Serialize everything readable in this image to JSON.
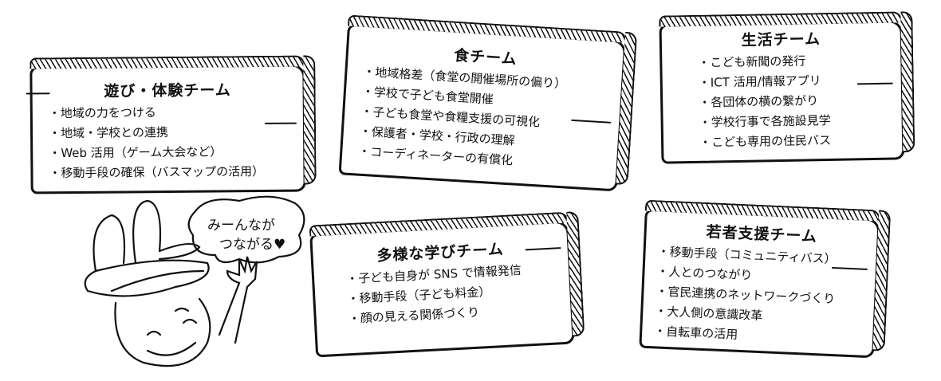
{
  "boards": [
    {
      "title": "遊び・体験チーム",
      "items": [
        "地域の力をつける",
        "地域・学校との連携",
        "Web 活用（ゲーム大会など）",
        "移動手段の確保（バスマップの活用）"
      ]
    },
    {
      "title": "食チーム",
      "items": [
        "地域格差（食堂の開催場所の偏り）",
        "学校で子ども食堂開催",
        "子ども食堂や食糧支援の可視化",
        "保護者・学校・行政の理解",
        "コーディネーターの有償化"
      ]
    },
    {
      "title": "生活チーム",
      "items": [
        "こども新聞の発行",
        "ICT 活用/情報アプリ",
        "各団体の横の繋がり",
        "学校行事で各施設見学",
        "こども専用の住民バス"
      ]
    },
    {
      "title": "多様な学びチーム",
      "items": [
        "子ども自身が SNS で情報発信",
        "移動手段（子ども料金）",
        "顔の見える関係づくり"
      ]
    },
    {
      "title": "若者支援チーム",
      "items": [
        "移動手段（コミュニティバス）",
        "人とのつながり",
        "官民連携のネットワークづくり",
        "大人側の意識改革",
        "自転車の活用"
      ]
    }
  ],
  "speech_bubble": {
    "line1": "みーんなが",
    "line2": "つながる♥"
  }
}
